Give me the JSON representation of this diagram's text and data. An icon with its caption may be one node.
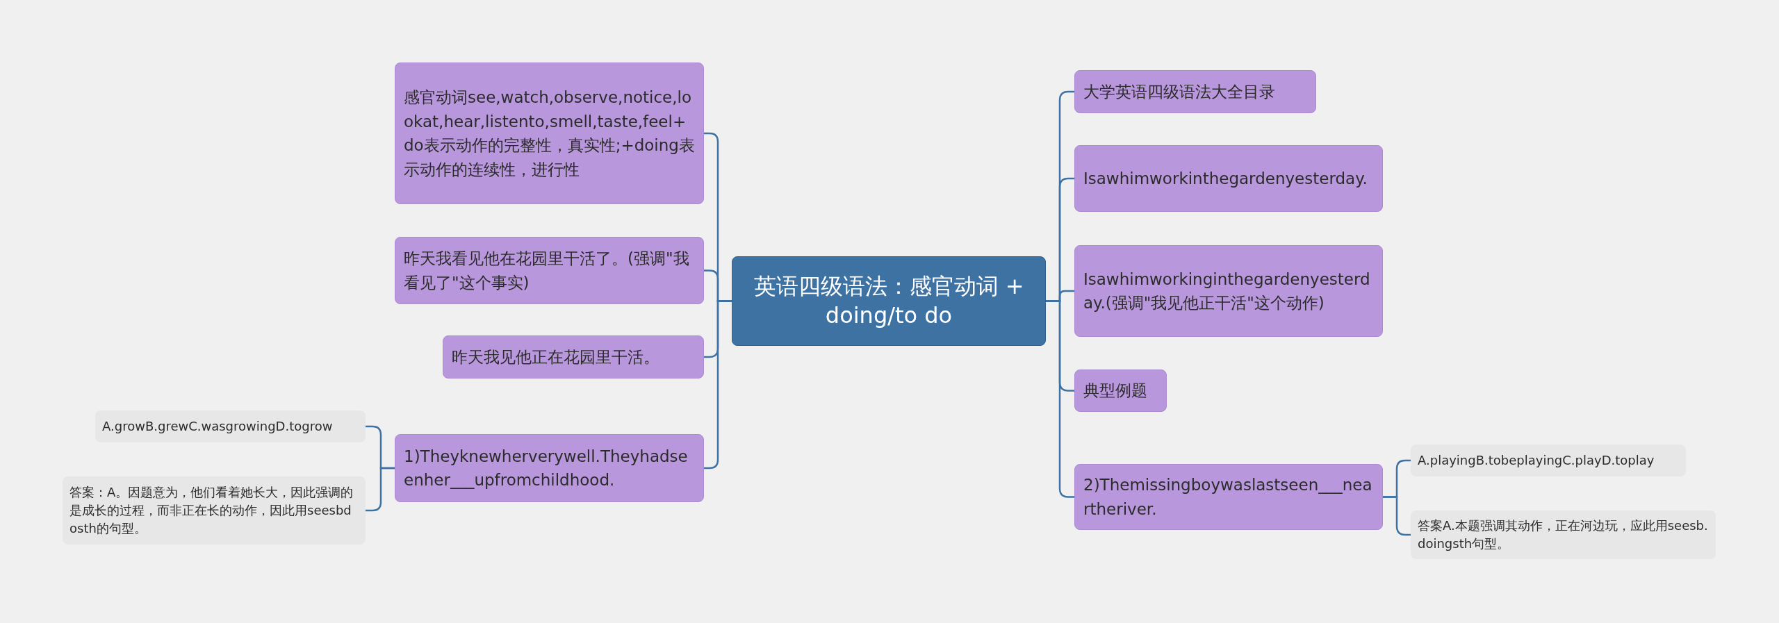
{
  "diagram": {
    "nodes": [
      {
        "text": [
          "英语四级语法：感官动词 + doing/to do"
        ]
      },
      {
        "text": [
          "感官动词see,watch,observe,notice,lookat,hear,listento,smell,taste,feel+do表示动作的完整性，真实性;+doing表示动作的连续性，进行性"
        ]
      },
      {
        "text": [
          "昨天我看见他在花园里干活了。(强调\"我看见了\"这个事实)"
        ]
      },
      {
        "text": [
          "昨天我见他正在花园里干活。"
        ]
      },
      {
        "text": [
          "1)Theyknewherverywell.Theyhadseenher___upfromchildhood."
        ]
      },
      {
        "text": [
          "A.growB.grewC.wasgrowingD.togrow"
        ]
      },
      {
        "text": [
          "答案：A。因题意为，他们看着她长大，因此强调的是成长的过程，而非正在长的动作，因此用seesbdosth的句型。"
        ]
      },
      {
        "text": [
          "大学英语四级语法大全目录"
        ]
      },
      {
        "text": [
          "Isawhimworkinthegardenyesterday."
        ]
      },
      {
        "text": [
          "Isawhimworkinginthegardenyesterday.(强调\"我见他正干活\"这个动作)"
        ]
      },
      {
        "text": [
          "典型例题"
        ]
      },
      {
        "text": [
          "2)Themissingboywaslastseen___neartheriver."
        ]
      },
      {
        "text": [
          "A.playingB.tobeplayingC.playD.toplay"
        ]
      },
      {
        "text": [
          "答案A.本题强调其动作，正在河边玩，应此用seesb.doingsth句型。"
        ]
      }
    ],
    "edges": [
      {
        "from": 0,
        "to": 1,
        "arrow": "none"
      },
      {
        "from": 0,
        "to": 2,
        "arrow": "none"
      },
      {
        "from": 0,
        "to": 3,
        "arrow": "none"
      },
      {
        "from": 0,
        "to": 4,
        "arrow": "none"
      },
      {
        "from": 4,
        "to": 5,
        "arrow": "none"
      },
      {
        "from": 4,
        "to": 6,
        "arrow": "none"
      },
      {
        "from": 0,
        "to": 7,
        "arrow": "none"
      },
      {
        "from": 0,
        "to": 8,
        "arrow": "none"
      },
      {
        "from": 0,
        "to": 9,
        "arrow": "none"
      },
      {
        "from": 0,
        "to": 10,
        "arrow": "none"
      },
      {
        "from": 0,
        "to": 11,
        "arrow": "none"
      },
      {
        "from": 11,
        "to": 12,
        "arrow": "none"
      },
      {
        "from": 11,
        "to": 13,
        "arrow": "none"
      }
    ]
  }
}
